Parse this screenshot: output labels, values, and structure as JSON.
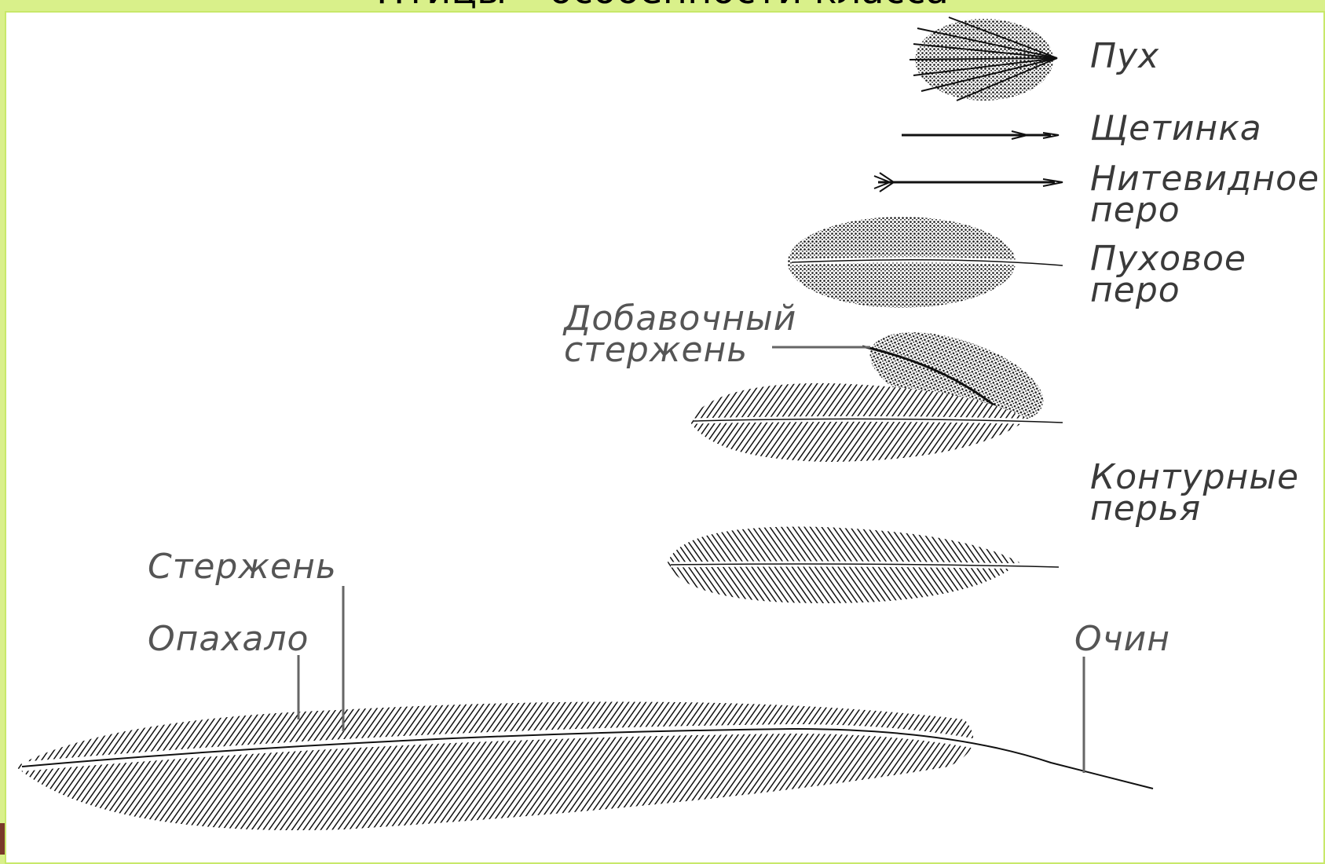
{
  "title": "Птицы – особенности класса",
  "labels": {
    "down": "Пух",
    "bristle": "Щетинка",
    "filoplume_1": "Нитевидное",
    "filoplume_2": "перо",
    "down_feather_1": "Пуховое",
    "down_feather_2": "перо",
    "aftershaft_1": "Добавочный",
    "aftershaft_2": "стержень",
    "contour_1": "Контурные",
    "contour_2": "перья",
    "shaft": "Стержень",
    "vane": "Опахало",
    "calamus": "Очин"
  },
  "colors": {
    "page_background": "#d9f08a",
    "canvas": "#ffffff",
    "ink": "#1a1a1a",
    "label": "#3a3a3a"
  }
}
